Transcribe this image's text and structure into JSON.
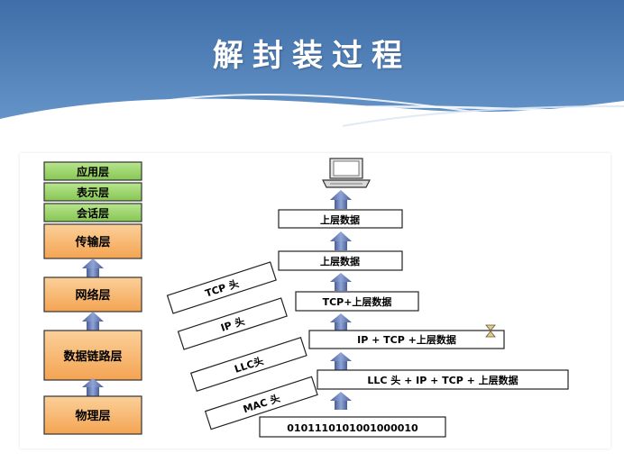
{
  "slide": {
    "title": "解封装过程"
  },
  "layers": {
    "application": "应用层",
    "presentation": "表示层",
    "session": "会话层",
    "transport": "传输层",
    "network": "网络层",
    "datalink": "数据链路层",
    "physical": "物理层"
  },
  "stack": {
    "row_upper_top": "上层数据",
    "row_upper": "上层数据",
    "row_tcp": "TCP+上层数据",
    "row_ip": "IP + TCP +上层数据",
    "row_llc": "LLC 头 + IP + TCP + 上层数据",
    "row_bits": "0101110101001000010"
  },
  "headers": {
    "tcp": "TCP 头",
    "ip": "IP 头",
    "llc": "LLC头",
    "mac": "MAC 头"
  },
  "colors": {
    "header_blue": "#4a7cb5",
    "layer_green": "#9bd468",
    "layer_orange": "#f7b66b",
    "arrow_blue": "#5a6ea8"
  }
}
